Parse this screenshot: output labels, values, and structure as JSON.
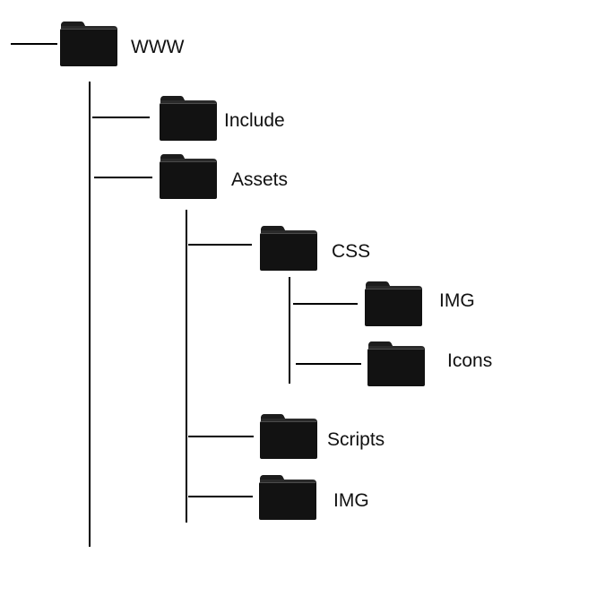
{
  "colors": {
    "folder_front": "#121212",
    "folder_back": "#2a2a2a",
    "folder_tab": "#1c1c1c",
    "folder_edge": "#4a4a4a",
    "connector": "#000000",
    "label_text": "#111111"
  },
  "icon": "folder-icon",
  "tree": {
    "root": {
      "label": "WWW"
    },
    "include": {
      "label": "Include"
    },
    "assets": {
      "label": "Assets"
    },
    "css": {
      "label": "CSS"
    },
    "css_img": {
      "label": "IMG"
    },
    "css_icons": {
      "label": "Icons"
    },
    "scripts": {
      "label": "Scripts"
    },
    "assets_img": {
      "label": "IMG"
    }
  }
}
